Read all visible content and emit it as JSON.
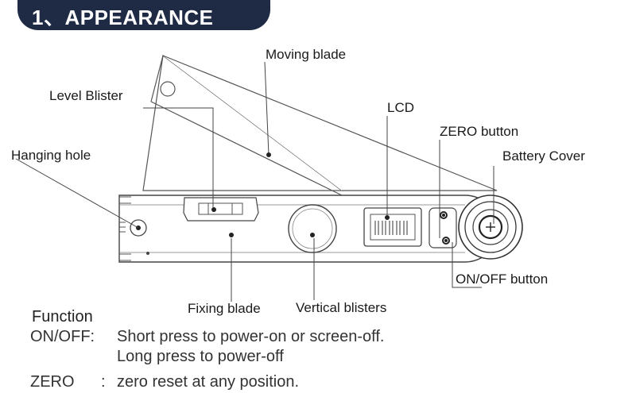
{
  "header": {
    "title": "1、APPEARANCE",
    "color": "#1f2a44"
  },
  "labels": {
    "moving_blade": "Moving blade",
    "level_blister": "Level Blister",
    "lcd": "LCD",
    "zero_button": "ZERO button",
    "hanging_hole": "Hanging hole",
    "battery_cover": "Battery Cover",
    "on_off_button": "ON/OFF button",
    "fixing_blade": "Fixing blade",
    "vertical_blisters": "Vertical blisters"
  },
  "function": {
    "heading": "Function",
    "onoff_key": "ON/OFF:",
    "onoff_line1": "Short press to power-on or screen-off.",
    "onoff_line2": "Long press to power-off",
    "zero_key": "ZERO",
    "zero_sep": ":",
    "zero_desc": "zero reset at any position."
  }
}
